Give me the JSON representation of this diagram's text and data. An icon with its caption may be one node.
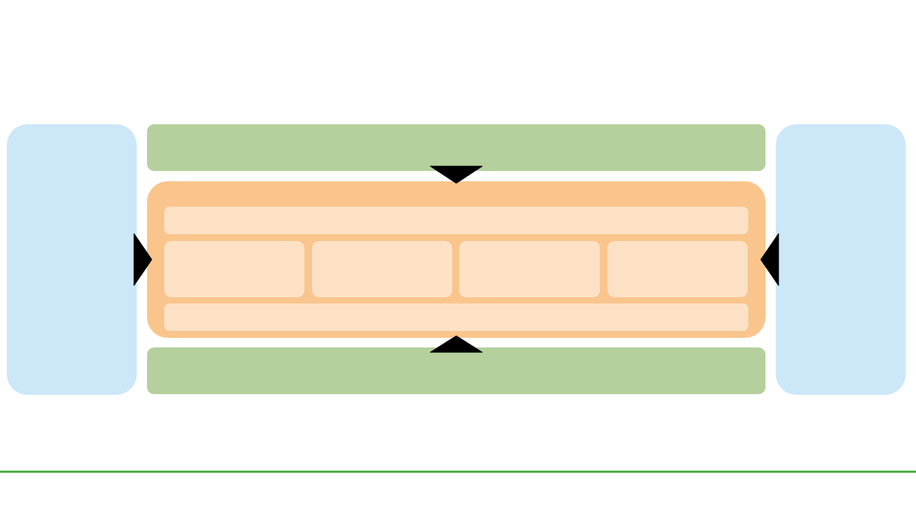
{
  "diagram": {
    "nodes": [
      {
        "text": [],
        "shape": "box"
      },
      {
        "text": [],
        "shape": "box"
      },
      {
        "text": [],
        "shape": "box"
      },
      {
        "text": [],
        "shape": "box",
        "in": 2
      },
      {
        "text": [],
        "shape": "box",
        "in": 2
      },
      {
        "text": [],
        "shape": "box",
        "in": 2
      },
      {
        "text": [],
        "shape": "box",
        "in": 2
      },
      {
        "text": [],
        "shape": "box",
        "in": 2
      },
      {
        "text": [],
        "shape": "box",
        "in": 2
      },
      {
        "text": [],
        "shape": "box"
      },
      {
        "text": [],
        "shape": "box"
      }
    ],
    "edges": [
      {
        "from": 1,
        "to": 2,
        "arrow": "to"
      },
      {
        "from": 0,
        "to": 2,
        "arrow": "to"
      },
      {
        "from": 10,
        "to": 2,
        "arrow": "to"
      },
      {
        "from": 9,
        "to": 2,
        "arrow": "to"
      }
    ]
  }
}
